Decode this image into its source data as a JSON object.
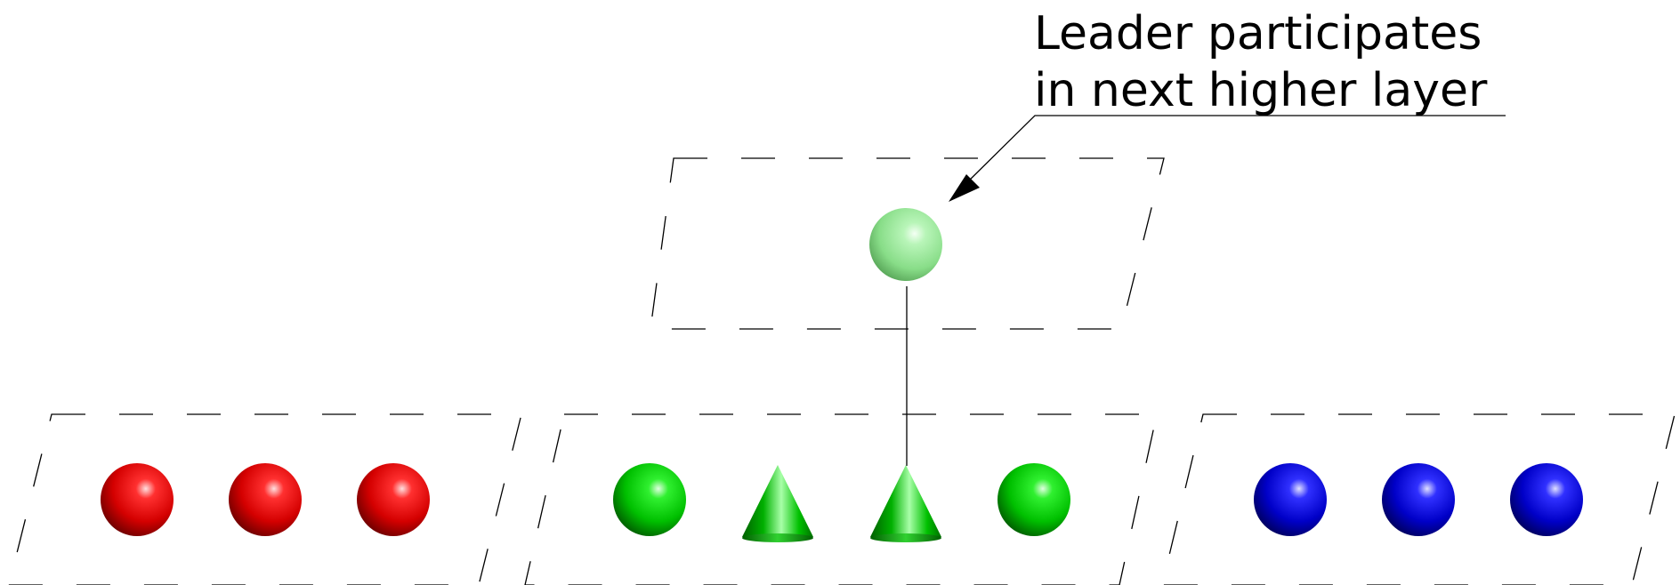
{
  "annotation": {
    "line1": "Leader participates",
    "line2": "in next higher layer"
  },
  "colors": {
    "red": "#e00000",
    "green": "#00c800",
    "blue": "#0000cc",
    "leader": "#8ee68e",
    "outline": "#000000"
  },
  "layers": [
    {
      "name": "red-group",
      "members": [
        "sphere",
        "sphere",
        "sphere"
      ]
    },
    {
      "name": "green-group",
      "members": [
        "sphere",
        "cone",
        "cone-leader",
        "sphere"
      ]
    },
    {
      "name": "blue-group",
      "members": [
        "sphere",
        "sphere",
        "sphere"
      ]
    },
    {
      "name": "higher-layer",
      "members": [
        "leader-sphere"
      ]
    }
  ]
}
